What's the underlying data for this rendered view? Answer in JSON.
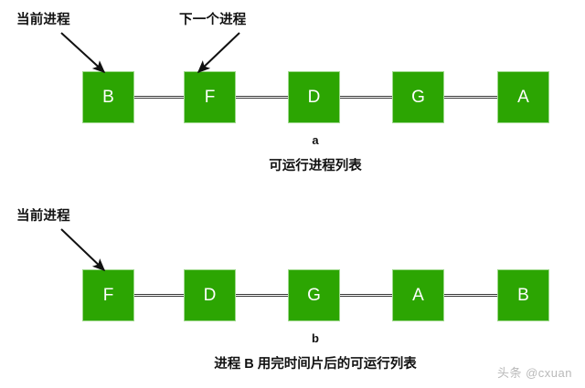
{
  "diagram": {
    "title_text": "",
    "colors": {
      "node_fill": "#2ca502",
      "node_border": "#9fd98c",
      "node_text": "#ffffff",
      "connector": "#3a3a3a",
      "label_text": "#111111",
      "watermark": "#b9b9b9",
      "background": "#ffffff"
    },
    "rows": [
      {
        "id": "row-a",
        "letter": "a",
        "caption": "可运行进程列表",
        "nodes": [
          {
            "label": "B"
          },
          {
            "label": "F"
          },
          {
            "label": "D"
          },
          {
            "label": "G"
          },
          {
            "label": "A"
          }
        ],
        "annotations": [
          {
            "id": "current-process",
            "text": "当前进程",
            "target_index": 0
          },
          {
            "id": "next-process",
            "text": "下一个进程",
            "target_index": 1
          }
        ]
      },
      {
        "id": "row-b",
        "letter": "b",
        "caption": "进程 B 用完时间片后的可运行列表",
        "nodes": [
          {
            "label": "F"
          },
          {
            "label": "D"
          },
          {
            "label": "G"
          },
          {
            "label": "A"
          },
          {
            "label": "B"
          }
        ],
        "annotations": [
          {
            "id": "current-process",
            "text": "当前进程",
            "target_index": 0
          }
        ]
      }
    ],
    "watermark": "头条 @cxuan"
  }
}
